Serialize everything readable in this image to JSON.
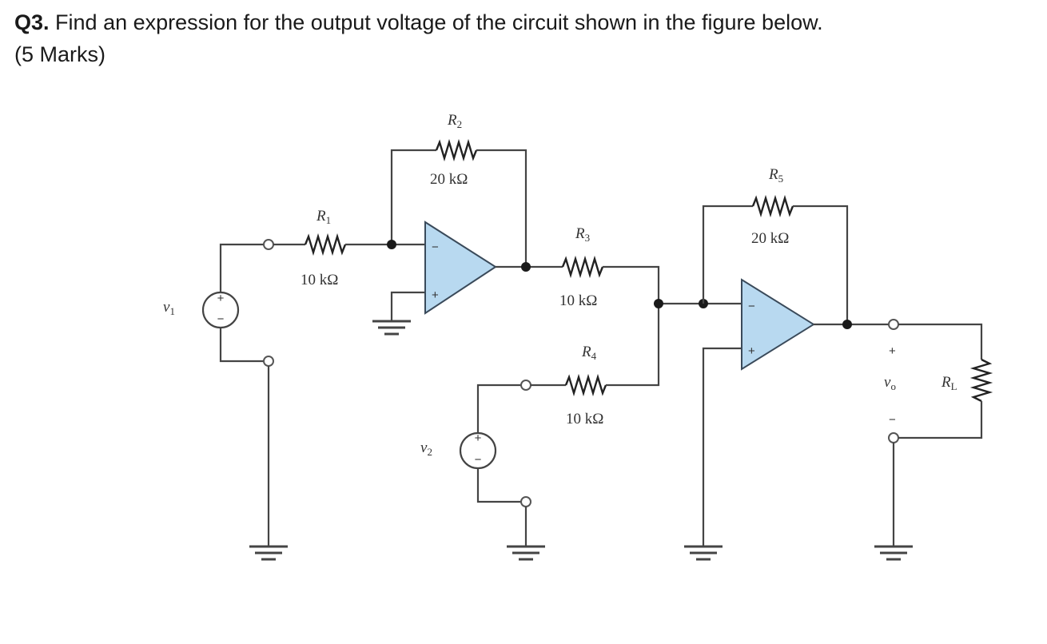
{
  "question": {
    "number": "Q3.",
    "text": "Find an expression for the output voltage of the circuit shown in the figure below.",
    "marks": "(5 Marks)"
  },
  "circuit": {
    "colors": {
      "opamp_fill": "#b8d9f0",
      "wire": "#444444"
    },
    "resistors": {
      "r1": {
        "name": "R",
        "sub": "1",
        "value": "10 kΩ"
      },
      "r2": {
        "name": "R",
        "sub": "2",
        "value": "20 kΩ"
      },
      "r3": {
        "name": "R",
        "sub": "3",
        "value": "10 kΩ"
      },
      "r4": {
        "name": "R",
        "sub": "4",
        "value": "10 kΩ"
      },
      "r5": {
        "name": "R",
        "sub": "5",
        "value": "20 kΩ"
      },
      "rl": {
        "name": "R",
        "sub": "L"
      }
    },
    "sources": {
      "v1": {
        "name": "v",
        "sub": "1"
      },
      "v2": {
        "name": "v",
        "sub": "2"
      }
    },
    "output": {
      "name": "v",
      "sub": "o"
    },
    "signs": {
      "plus": "+",
      "minus": "−"
    }
  }
}
